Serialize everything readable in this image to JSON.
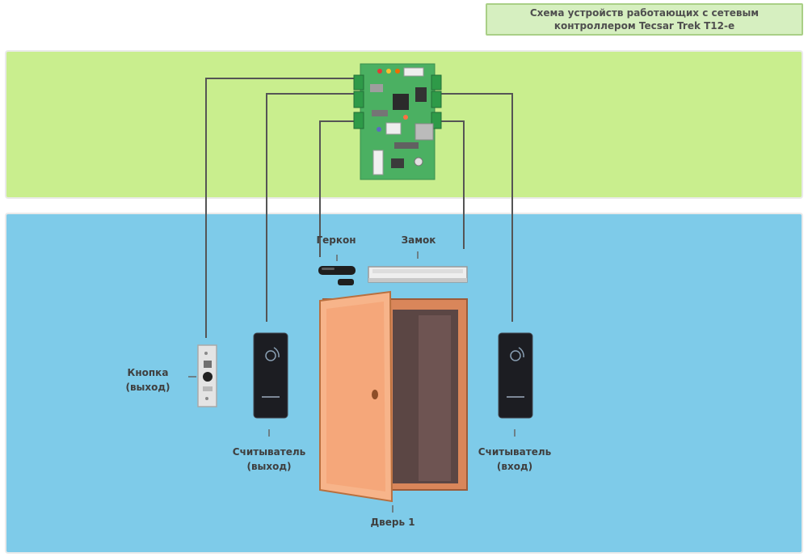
{
  "title": "Схема устройств работающих с сетевым\nконтроллером Tecsar Trek T12-e",
  "labels": {
    "gerkon": "Геркон",
    "zamok": "Замок",
    "button": "Кнопка\n(выход)",
    "reader_exit": "Считыватель\n(выход)",
    "reader_entry": "Считыватель\n(вход)",
    "door": "Дверь 1"
  },
  "colors": {
    "controller_zone": "#c9ee8e",
    "devices_zone": "#7ecbe9",
    "title_box": "#d6efc0",
    "pcb": "#4bb062",
    "terminal": "#2e9a48",
    "wire": "#555555",
    "door_leaf": "#f7b48a",
    "door_frame": "#d9865a",
    "door_opening": "#5b4644",
    "reader_body": "#1c1d22"
  },
  "icons": {
    "controller": "circuit-board-icon",
    "reader": "rfid-card-reader-icon",
    "button": "exit-button-icon",
    "reed": "reed-switch-icon",
    "lock": "electromagnetic-lock-icon",
    "door": "door-icon"
  }
}
